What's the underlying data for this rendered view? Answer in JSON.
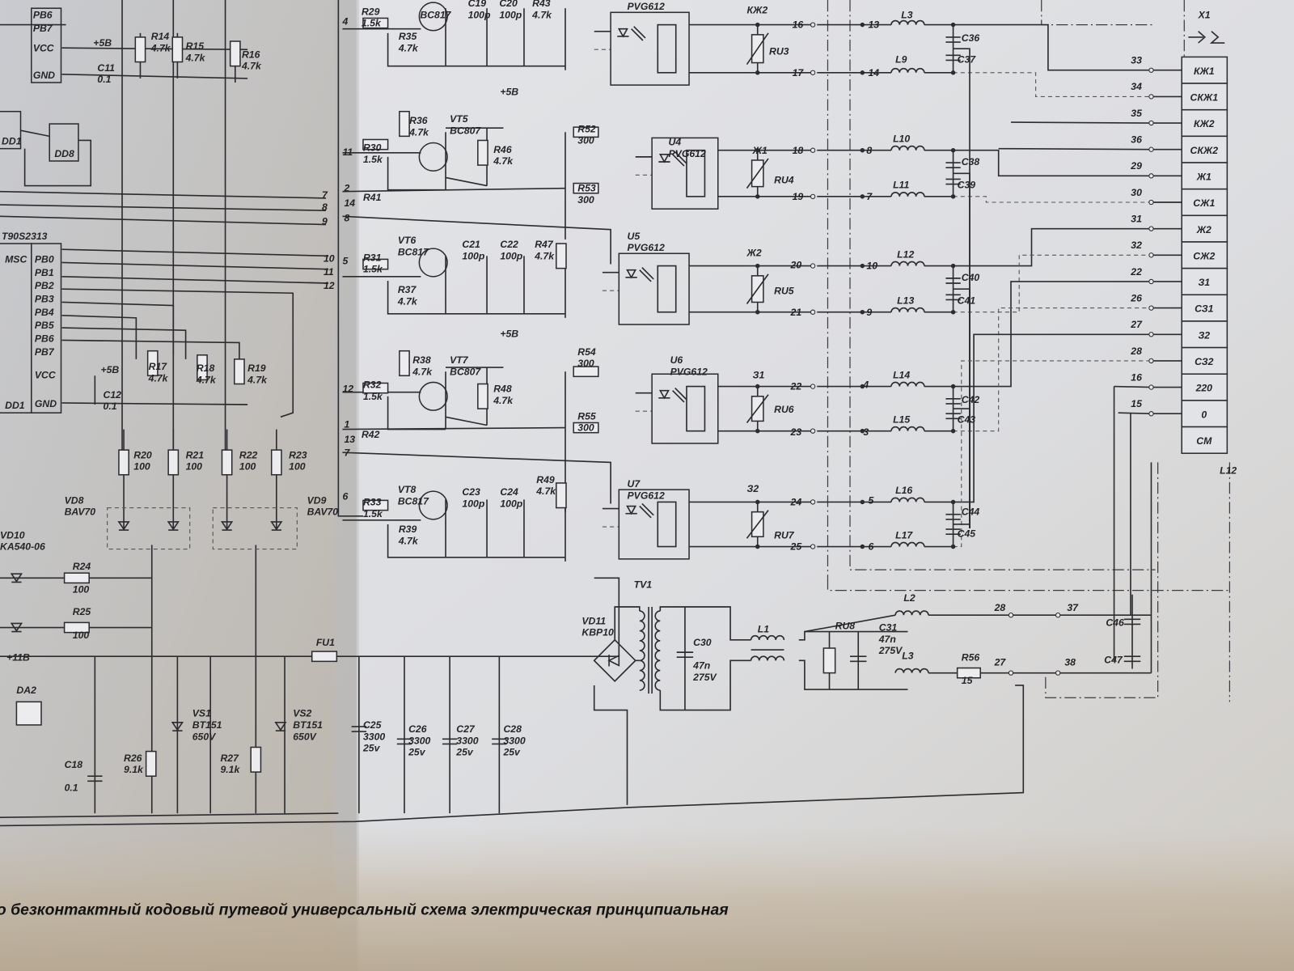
{
  "caption": "о безконтактный кодовый путевой универсальный схема электрическая принципиальная",
  "connector": {
    "ref": "X1",
    "pins": [
      {
        "pin": "33",
        "label": "КЖ1"
      },
      {
        "pin": "34",
        "label": "СКЖ1"
      },
      {
        "pin": "35",
        "label": "КЖ2"
      },
      {
        "pin": "36",
        "label": "СКЖ2"
      },
      {
        "pin": "29",
        "label": "Ж1"
      },
      {
        "pin": "30",
        "label": "СЖ1"
      },
      {
        "pin": "31",
        "label": "Ж2"
      },
      {
        "pin": "32",
        "label": "СЖ2"
      },
      {
        "pin": "22",
        "label": "З1"
      },
      {
        "pin": "26",
        "label": "СЗ1"
      },
      {
        "pin": "27",
        "label": "З2"
      },
      {
        "pin": "28",
        "label": "СЗ2"
      },
      {
        "pin": "16",
        "label": "220"
      },
      {
        "pin": "15",
        "label": "0"
      },
      {
        "pin": "",
        "label": "СМ"
      }
    ]
  },
  "mcu": {
    "part": "T90S2313",
    "ref": "DD1",
    "clock_label": "MSC",
    "pins": [
      "PB0",
      "PB1",
      "PB2",
      "PB3",
      "PB4",
      "PB5",
      "PB6",
      "PB7",
      "VCC",
      "GND"
    ]
  },
  "top_chip": {
    "pins": [
      "PB6",
      "PB7",
      "VCC",
      "GND"
    ],
    "refs": [
      "DD1",
      "DD8"
    ]
  },
  "components": [
    {
      "id": "r29",
      "lines": [
        "R29",
        "1.5k"
      ]
    },
    {
      "id": "r35",
      "lines": [
        "R35",
        "4.7k"
      ]
    },
    {
      "id": "vt4",
      "lines": [
        "BC817"
      ]
    },
    {
      "id": "c19",
      "lines": [
        "C19",
        "100p"
      ]
    },
    {
      "id": "c20",
      "lines": [
        "C20",
        "100p"
      ]
    },
    {
      "id": "r43",
      "lines": [
        "R43",
        "4.7k"
      ]
    },
    {
      "id": "u3",
      "lines": [
        "PVG612"
      ]
    },
    {
      "id": "kzh2",
      "lines": [
        "КЖ2"
      ]
    },
    {
      "id": "ru3",
      "lines": [
        "RU3"
      ]
    },
    {
      "id": "l3a",
      "lines": [
        "L3"
      ]
    },
    {
      "id": "l9",
      "lines": [
        "L9"
      ]
    },
    {
      "id": "c36",
      "lines": [
        "C36"
      ]
    },
    {
      "id": "c37",
      "lines": [
        "C37"
      ]
    },
    {
      "id": "p5v_top",
      "lines": [
        "+5B"
      ]
    },
    {
      "id": "r14",
      "lines": [
        "R14",
        "4.7k"
      ]
    },
    {
      "id": "r15",
      "lines": [
        "R15",
        "4.7k"
      ]
    },
    {
      "id": "r16",
      "lines": [
        "R16",
        "4.7k"
      ]
    },
    {
      "id": "c11",
      "lines": [
        "C11",
        "0.1"
      ]
    },
    {
      "id": "p5v_a",
      "lines": [
        "+5B"
      ]
    },
    {
      "id": "r36",
      "lines": [
        "R36",
        "4.7k"
      ]
    },
    {
      "id": "vt5",
      "lines": [
        "VT5",
        "BC807"
      ]
    },
    {
      "id": "r46",
      "lines": [
        "R46",
        "4.7k"
      ]
    },
    {
      "id": "r30",
      "lines": [
        "R30",
        "1.5k"
      ]
    },
    {
      "id": "r41",
      "lines": [
        "R41"
      ]
    },
    {
      "id": "r52",
      "lines": [
        "R52",
        "300"
      ]
    },
    {
      "id": "r53",
      "lines": [
        "R53",
        "300"
      ]
    },
    {
      "id": "u4",
      "lines": [
        "U4",
        "PVG612"
      ]
    },
    {
      "id": "zh1",
      "lines": [
        "Ж1"
      ]
    },
    {
      "id": "ru4",
      "lines": [
        "RU4"
      ]
    },
    {
      "id": "l10",
      "lines": [
        "L10"
      ]
    },
    {
      "id": "l11",
      "lines": [
        "L11"
      ]
    },
    {
      "id": "c38",
      "lines": [
        "C38"
      ]
    },
    {
      "id": "c39",
      "lines": [
        "C39"
      ]
    },
    {
      "id": "r31",
      "lines": [
        "R31",
        "1.5k"
      ]
    },
    {
      "id": "vt6",
      "lines": [
        "VT6",
        "BC817"
      ]
    },
    {
      "id": "r37",
      "lines": [
        "R37",
        "4.7k"
      ]
    },
    {
      "id": "c21",
      "lines": [
        "C21",
        "100p"
      ]
    },
    {
      "id": "c22",
      "lines": [
        "C22",
        "100p"
      ]
    },
    {
      "id": "r47",
      "lines": [
        "R47",
        "4.7k"
      ]
    },
    {
      "id": "u5",
      "lines": [
        "U5",
        "PVG612"
      ]
    },
    {
      "id": "zh2",
      "lines": [
        "Ж2"
      ]
    },
    {
      "id": "ru5",
      "lines": [
        "RU5"
      ]
    },
    {
      "id": "l12",
      "lines": [
        "L12"
      ]
    },
    {
      "id": "l13",
      "lines": [
        "L13"
      ]
    },
    {
      "id": "c40",
      "lines": [
        "C40"
      ]
    },
    {
      "id": "c41",
      "lines": [
        "C41"
      ]
    },
    {
      "id": "p5v_b",
      "lines": [
        "+5B"
      ]
    },
    {
      "id": "r38",
      "lines": [
        "R38",
        "4.7k"
      ]
    },
    {
      "id": "vt7",
      "lines": [
        "VT7",
        "BC807"
      ]
    },
    {
      "id": "r48",
      "lines": [
        "R48",
        "4.7k"
      ]
    },
    {
      "id": "r32",
      "lines": [
        "R32",
        "1.5k"
      ]
    },
    {
      "id": "r42",
      "lines": [
        "R42"
      ]
    },
    {
      "id": "r54",
      "lines": [
        "R54",
        "300"
      ]
    },
    {
      "id": "r55",
      "lines": [
        "R55",
        "300"
      ]
    },
    {
      "id": "u6",
      "lines": [
        "U6",
        "PVG612"
      ]
    },
    {
      "id": "z1",
      "lines": [
        "З1"
      ]
    },
    {
      "id": "ru6",
      "lines": [
        "RU6"
      ]
    },
    {
      "id": "l14",
      "lines": [
        "L14"
      ]
    },
    {
      "id": "l15",
      "lines": [
        "L15"
      ]
    },
    {
      "id": "c42",
      "lines": [
        "C42"
      ]
    },
    {
      "id": "c43",
      "lines": [
        "C43"
      ]
    },
    {
      "id": "r33",
      "lines": [
        "R33",
        "1.5k"
      ]
    },
    {
      "id": "vt8",
      "lines": [
        "VT8",
        "BC817"
      ]
    },
    {
      "id": "r39",
      "lines": [
        "R39",
        "4.7k"
      ]
    },
    {
      "id": "c23",
      "lines": [
        "C23",
        "100p"
      ]
    },
    {
      "id": "c24",
      "lines": [
        "C24",
        "100p"
      ]
    },
    {
      "id": "r49",
      "lines": [
        "R49",
        "4.7k"
      ]
    },
    {
      "id": "u7",
      "lines": [
        "U7",
        "PVG612"
      ]
    },
    {
      "id": "z2",
      "lines": [
        "З2"
      ]
    },
    {
      "id": "ru7",
      "lines": [
        "RU7"
      ]
    },
    {
      "id": "l16",
      "lines": [
        "L16"
      ]
    },
    {
      "id": "l17",
      "lines": [
        "L17"
      ]
    },
    {
      "id": "c44",
      "lines": [
        "C44"
      ]
    },
    {
      "id": "c45",
      "lines": [
        "C45"
      ]
    },
    {
      "id": "tv1",
      "lines": [
        "TV1"
      ]
    },
    {
      "id": "vd11",
      "lines": [
        "VD11",
        "KBP10"
      ]
    },
    {
      "id": "c30",
      "lines": [
        "C30",
        "",
        "47n",
        "275V"
      ]
    },
    {
      "id": "l1",
      "lines": [
        "L1"
      ]
    },
    {
      "id": "ru8",
      "lines": [
        "RU8"
      ]
    },
    {
      "id": "c31",
      "lines": [
        "C31",
        "47n",
        "275V"
      ]
    },
    {
      "id": "l2",
      "lines": [
        "L2"
      ]
    },
    {
      "id": "l3b",
      "lines": [
        "L3"
      ]
    },
    {
      "id": "r56",
      "lines": [
        "R56",
        "",
        "15"
      ]
    },
    {
      "id": "c46",
      "lines": [
        "C46"
      ]
    },
    {
      "id": "c47",
      "lines": [
        "C47"
      ]
    },
    {
      "id": "l12b",
      "lines": [
        "L12"
      ]
    },
    {
      "id": "p5v_c",
      "lines": [
        "+5B"
      ]
    },
    {
      "id": "c12",
      "lines": [
        "C12",
        "0.1"
      ]
    },
    {
      "id": "r17",
      "lines": [
        "R17",
        "4.7k"
      ]
    },
    {
      "id": "r18",
      "lines": [
        "R18",
        "4.7k"
      ]
    },
    {
      "id": "r19",
      "lines": [
        "R19",
        "4.7k"
      ]
    },
    {
      "id": "r20",
      "lines": [
        "R20",
        "100"
      ]
    },
    {
      "id": "r21",
      "lines": [
        "R21",
        "100"
      ]
    },
    {
      "id": "r22",
      "lines": [
        "R22",
        "100"
      ]
    },
    {
      "id": "r23",
      "lines": [
        "R23",
        "100"
      ]
    },
    {
      "id": "vd8",
      "lines": [
        "VD8",
        "BAV70"
      ]
    },
    {
      "id": "vd9",
      "lines": [
        "VD9",
        "BAV70"
      ]
    },
    {
      "id": "vd10",
      "lines": [
        "VD10",
        "KA540-06"
      ]
    },
    {
      "id": "r24",
      "lines": [
        "R24",
        "",
        "100"
      ]
    },
    {
      "id": "r25",
      "lines": [
        "R25",
        "",
        "100"
      ]
    },
    {
      "id": "p11v",
      "lines": [
        "+11B"
      ]
    },
    {
      "id": "fu1",
      "lines": [
        "FU1"
      ]
    },
    {
      "id": "da2",
      "lines": [
        "DA2"
      ]
    },
    {
      "id": "vs1",
      "lines": [
        "VS1",
        "BT151",
        "650V"
      ]
    },
    {
      "id": "vs2",
      "lines": [
        "VS2",
        "BT151",
        "650V"
      ]
    },
    {
      "id": "r26",
      "lines": [
        "R26",
        "9.1k"
      ]
    },
    {
      "id": "r27",
      "lines": [
        "R27",
        "9.1k"
      ]
    },
    {
      "id": "c18",
      "lines": [
        "C18",
        "",
        "0.1"
      ]
    },
    {
      "id": "c25",
      "lines": [
        "C25",
        "3300",
        "25v"
      ]
    },
    {
      "id": "c26",
      "lines": [
        "C26",
        "3300",
        "25v"
      ]
    },
    {
      "id": "c27",
      "lines": [
        "C27",
        "3300",
        "25v"
      ]
    },
    {
      "id": "c28",
      "lines": [
        "C28",
        "3300",
        "25v"
      ]
    }
  ],
  "net_numbers": [
    {
      "id": "n16",
      "text": "16"
    },
    {
      "id": "n17",
      "text": "17"
    },
    {
      "id": "n13",
      "text": "13"
    },
    {
      "id": "n14",
      "text": "14"
    },
    {
      "id": "n18",
      "text": "18"
    },
    {
      "id": "n19",
      "text": "19"
    },
    {
      "id": "n8",
      "text": "8"
    },
    {
      "id": "n7",
      "text": "7"
    },
    {
      "id": "n20",
      "text": "20"
    },
    {
      "id": "n21",
      "text": "21"
    },
    {
      "id": "n10",
      "text": "10"
    },
    {
      "id": "n9",
      "text": "9"
    },
    {
      "id": "n22",
      "text": "22"
    },
    {
      "id": "n23",
      "text": "23"
    },
    {
      "id": "n4",
      "text": "4"
    },
    {
      "id": "n3",
      "text": "3"
    },
    {
      "id": "n24",
      "text": "24"
    },
    {
      "id": "n25",
      "text": "25"
    },
    {
      "id": "n5",
      "text": "5"
    },
    {
      "id": "n6",
      "text": "6"
    },
    {
      "id": "n28",
      "text": "28"
    },
    {
      "id": "n27",
      "text": "27"
    },
    {
      "id": "n37",
      "text": "37"
    },
    {
      "id": "n38",
      "text": "38"
    },
    {
      "id": "b7",
      "text": "7"
    },
    {
      "id": "b8",
      "text": "8"
    },
    {
      "id": "b9",
      "text": "9"
    },
    {
      "id": "b10",
      "text": "10"
    },
    {
      "id": "b11",
      "text": "11"
    },
    {
      "id": "b12",
      "text": "12"
    },
    {
      "id": "i4",
      "text": "4"
    },
    {
      "id": "i11",
      "text": "11"
    },
    {
      "id": "i2",
      "text": "2"
    },
    {
      "id": "i14",
      "text": "14"
    },
    {
      "id": "i8",
      "text": "8"
    },
    {
      "id": "i5",
      "text": "5"
    },
    {
      "id": "i12",
      "text": "12"
    },
    {
      "id": "i1",
      "text": "1"
    },
    {
      "id": "i13",
      "text": "13"
    },
    {
      "id": "i7",
      "text": "7"
    },
    {
      "id": "i6",
      "text": "6"
    }
  ]
}
